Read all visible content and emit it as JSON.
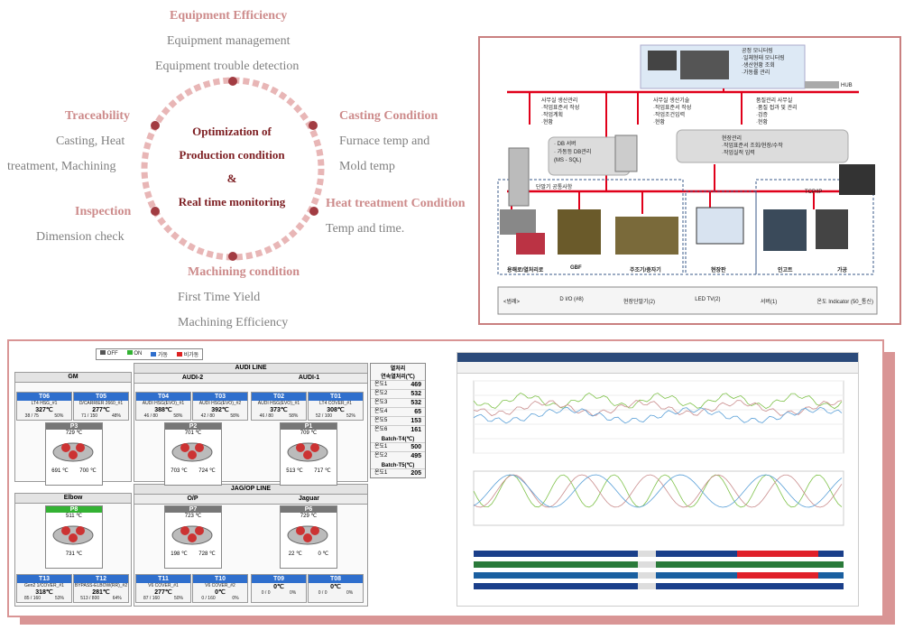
{
  "center": {
    "line1": "Optimization of",
    "line2": "Production condition",
    "line3": "&",
    "line4": "Real time monitoring"
  },
  "efficiency": {
    "title": "Equipment Efficiency",
    "items": [
      "Equipment management",
      "Equipment trouble detection"
    ]
  },
  "traceability": {
    "title": "Traceability",
    "items": [
      "Casting, Heat",
      "treatment, Machining"
    ]
  },
  "casting": {
    "title": "Casting Condition",
    "items": [
      "Furnace temp and",
      "Mold temp"
    ]
  },
  "inspection": {
    "title": "Inspection",
    "items": [
      "Dimension check"
    ]
  },
  "heat": {
    "title": "Heat treatment Condition",
    "items": [
      "Temp and time."
    ]
  },
  "machining": {
    "title": "Machining condition",
    "items": [
      "First Time Yield",
      "Machining Efficiency"
    ]
  },
  "colors": {
    "ring": "#e8b6b6",
    "dot": "#a23c42",
    "title": "#cd8b8b",
    "center": "#7d1e22",
    "net_red": "#e0001a",
    "tile_blue": "#2f6fcd",
    "tile_green": "#33b233"
  },
  "network": {
    "top": [
      "공정 모니터링",
      "·일체형태 모니터링",
      "·생산현황 조회",
      "·가동률 관리"
    ],
    "hub": "HUB",
    "n1": [
      "사무실 생산관리",
      "·작업표준서 작성",
      "·작업계획",
      "·현황"
    ],
    "n2": [
      "사무실 생산기술",
      "·작업표준서 작성",
      "·작업조건입력",
      "·현황"
    ],
    "n3": [
      "품질관리 사무실",
      "·품질 접과 및 관리",
      "·검증",
      "·현황"
    ],
    "db": [
      "· DB 서버",
      "· 가동등 DB관리",
      "(MS - SQL)"
    ],
    "field": [
      "현장관리",
      "·작업표준서 조회/현장/수작",
      "·작업실적 입력"
    ],
    "auto": "단말기 공통사항",
    "tcp": "TCP/IP",
    "bottom": [
      "용해로/열처리로",
      "GBF",
      "주조기/중자기",
      "현장판",
      "인고트",
      "가공"
    ],
    "legend": [
      "<범례>",
      "D I/O (#8)",
      "현장단말기(2)",
      "LED TV(2)",
      "서버(1)",
      "온도 Indicator (50_통신)"
    ]
  },
  "monitor": {
    "legend": [
      "OFF",
      "ON",
      "가동",
      "비가동"
    ],
    "gm": "GM",
    "audi_line": "AUDI LINE",
    "audi2": "AUDI-2",
    "audi1": "AUDI-1",
    "side": {
      "title": "열처리",
      "sub": "연속열처리(℃)",
      "rows": [
        [
          "온도1",
          "469"
        ],
        [
          "온도2",
          "532"
        ],
        [
          "온도3",
          "532"
        ],
        [
          "온도4",
          "65"
        ],
        [
          "온도5",
          "153"
        ],
        [
          "온도6",
          "161"
        ]
      ],
      "b4": "Batch-T4(℃)",
      "b4rows": [
        [
          "온도1",
          "500"
        ],
        [
          "온도2",
          "495"
        ]
      ],
      "b5": "Batch-T5(℃)",
      "b5rows": [
        [
          "온도1",
          "205"
        ]
      ]
    },
    "top_tiles": [
      {
        "id": "T06",
        "name": "LT4 HSG_#1",
        "temp": "327℃",
        "d": [
          "38 / 75",
          "50%"
        ]
      },
      {
        "id": "T05",
        "name": "D/CARRIER 2660_#1",
        "temp": "277℃",
        "d": [
          "71 / 150",
          "48%"
        ]
      },
      {
        "id": "T04",
        "name": "AUDI HSG(EVO)_#1",
        "temp": "388℃",
        "d": [
          "46 / 80",
          "58%"
        ]
      },
      {
        "id": "T03",
        "name": "AUDI HSG(EVO)_#2",
        "temp": "392℃",
        "d": [
          "42 / 80",
          "58%"
        ]
      },
      {
        "id": "T02",
        "name": "AUDI HSG(EVO)_#1",
        "temp": "373℃",
        "d": [
          "46 / 80",
          "58%"
        ]
      },
      {
        "id": "T01",
        "name": "LT4 COVER_#1",
        "temp": "308℃",
        "d": [
          "52 / 100",
          "52%"
        ]
      }
    ],
    "furnaces_top": [
      {
        "id": "P3",
        "t": "729 ℃",
        "l": "691 ℃",
        "r": "700 ℃"
      },
      {
        "id": "P2",
        "t": "701 ℃",
        "l": "703 ℃",
        "r": "724 ℃"
      },
      {
        "id": "P1",
        "t": "709 ℃",
        "l": "513 ℃",
        "r": "717 ℃"
      }
    ],
    "elbow": "Elbow",
    "jag_line": "JAG/OP LINE",
    "op": "O/P",
    "jaguar": "Jaguar",
    "furnaces_bot": [
      {
        "id": "P8",
        "t": "511 ℃",
        "b": "731 ℃"
      },
      {
        "id": "P7",
        "t": "723 ℃",
        "t2": "198 ℃",
        "b": "728 ℃"
      },
      {
        "id": "P6",
        "t": "729 ℃",
        "t2": "22 ℃",
        "b": "0 ℃"
      }
    ],
    "bot_tiles": [
      {
        "id": "T13",
        "name": "Gen2 1/COVER_#1",
        "temp": "318℃",
        "d": [
          "85 / 160",
          "53%"
        ]
      },
      {
        "id": "T12",
        "name": "BYPASS-ELBOW(RR)_#2",
        "temp": "281℃",
        "d": [
          "513 / 800",
          "64%"
        ]
      },
      {
        "id": "T11",
        "name": "V6 COVER_#1",
        "temp": "277℃",
        "d": [
          "87 / 160",
          "50%"
        ]
      },
      {
        "id": "T10",
        "name": "V6 COVER_#2",
        "temp": "0℃",
        "d": [
          "0 / 160",
          "0%"
        ]
      },
      {
        "id": "T09",
        "name": "",
        "temp": "0℃",
        "d": [
          "0 / 0",
          "0%"
        ]
      },
      {
        "id": "T08",
        "name": "",
        "temp": "0℃",
        "d": [
          "0 / 0",
          "0%"
        ]
      }
    ]
  }
}
